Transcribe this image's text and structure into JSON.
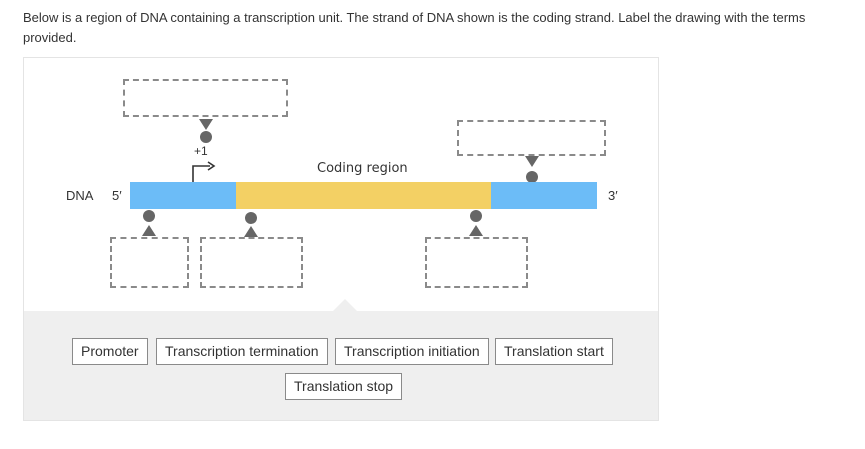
{
  "instructions": "Below is a region of DNA containing a transcription unit. The strand of DNA shown is the coding strand. Label the drawing with the terms provided.",
  "diagram": {
    "dna_label": "DNA",
    "five_prime": "5′",
    "three_prime": "3′",
    "plus_one": "+1",
    "coding_region": "Coding region",
    "colors": {
      "flank": "#6cbcf7",
      "coding": "#f3d064",
      "marker": "#666666",
      "bank": "#efefef"
    }
  },
  "term_bank": {
    "terms": [
      "Promoter",
      "Transcription termination",
      "Transcription initiation",
      "Translation start",
      "Translation stop"
    ]
  }
}
